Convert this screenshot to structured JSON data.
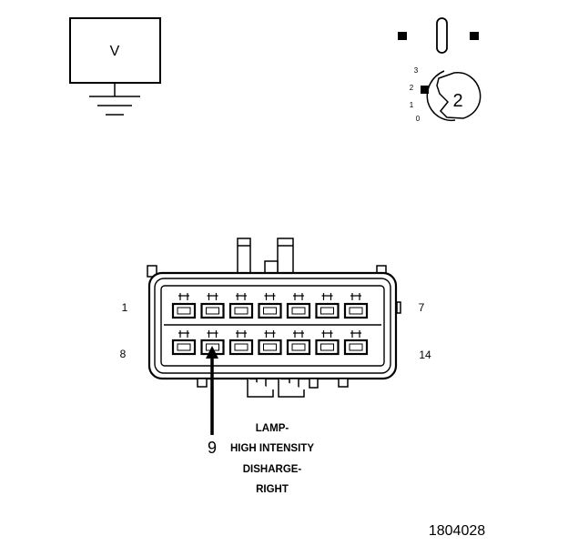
{
  "meter": {
    "symbol": "V"
  },
  "key": {
    "position_labels": [
      "3",
      "2",
      "1",
      "0"
    ],
    "position_number": "2"
  },
  "connector": {
    "pin_labels": {
      "top_left": "1",
      "top_right": "7",
      "bottom_left": "8",
      "bottom_right": "14"
    },
    "pins_per_row": 7
  },
  "callout": {
    "pin_number": "9",
    "lines": [
      "LAMP-",
      "HIGH INTENSITY",
      "DISHARGE-",
      "RIGHT"
    ]
  },
  "figure_id": "1804028"
}
